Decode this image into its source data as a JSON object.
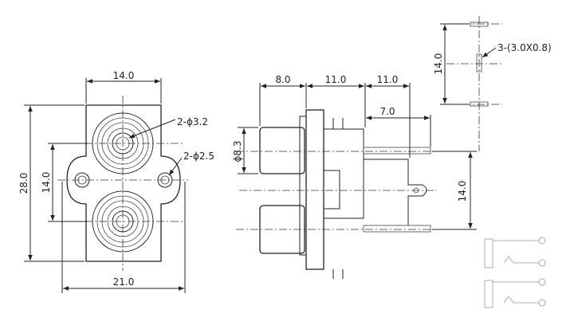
{
  "dimensions": {
    "front_width_top": "14.0",
    "front_height": "28.0",
    "front_pitch": "14.0",
    "front_width_bottom": "21.0",
    "hole_large": "2-ϕ3.2",
    "hole_small": "2-ϕ2.5",
    "side_depth_1": "8.0",
    "side_depth_2": "11.0",
    "side_depth_3": "11.0",
    "side_pin_len": "7.0",
    "side_diameter": "ϕ8.3",
    "side_pitch": "14.0",
    "pin_pitch": "14.0",
    "pin_size": "3-(3.0X0.8)"
  }
}
